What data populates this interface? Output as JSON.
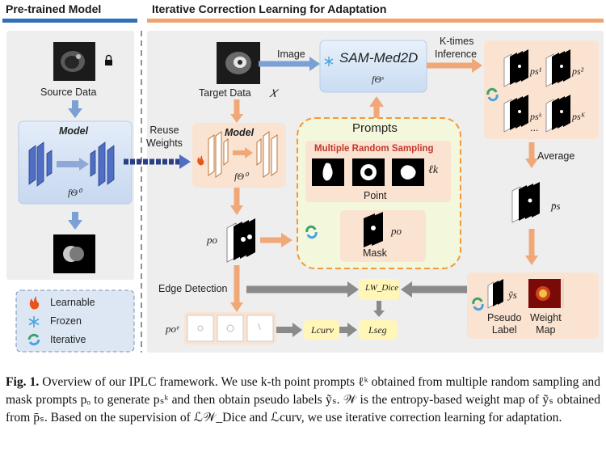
{
  "headers": {
    "pretrained": "Pre-trained Model",
    "iterative": "Iterative Correction Learning for Adaptation"
  },
  "labels": {
    "source_data": "Source Data",
    "model": "Model",
    "model2": "Model",
    "reuse_weights": "Reuse\nWeights",
    "image": "Image",
    "target_data": "Target Data",
    "target_symbol": "𝑋",
    "sam": "SAM-Med2D",
    "k_times": "K-times",
    "inference": "Inference",
    "prompts": "Prompts",
    "multiple_random_sampling": "Multiple Random Sampling",
    "point": "Point",
    "mask": "Mask",
    "average": "Average",
    "edge_detection": "Edge Detection",
    "pseudo_label": "Pseudo\nLabel",
    "weight_map": "Weight\nMap"
  },
  "math": {
    "f_theta0": "fΘ⁰",
    "f_theta0_b": "fΘ⁰",
    "f_thetas": "fΘˢ",
    "l_k": "ℓk",
    "p_o": "po",
    "p_o_mask": "po",
    "p_o_e": "poᵉ",
    "p_s_bar": "p̄s",
    "y_s": "ỹs",
    "l_wdice": "LW_Dice",
    "l_curv": "Lcurv",
    "l_seg": "Lseg",
    "ps1": "ps¹",
    "ps2": "ps²",
    "psk": "psᵏ",
    "psK": "psᴷ",
    "dots": "..."
  },
  "legend": [
    {
      "icon": "flame-icon",
      "label": "Learnable",
      "color": "#e8541c"
    },
    {
      "icon": "snowflake-icon",
      "label": "Frozen",
      "color": "#4aa3df"
    },
    {
      "icon": "cycle-icon",
      "label": "Iterative",
      "color": "#3aa36b"
    }
  ],
  "caption": {
    "fig": "Fig. 1.",
    "text": " Overview of our IPLC framework. We use k-th point prompts ℓᵏ obtained from multiple random sampling and mask prompts pₒ to generate pₛᵏ and then obtain pseudo labels ỹₛ. 𝒲 is the entropy-based weight map of ỹₛ obtained from p̄ₛ. Based on the supervision of ℒ𝒲_Dice and ℒcurv, we use iterative correction learning for adaptation."
  },
  "colors": {
    "blue_header": "#2f6fb7",
    "orange_header": "#f0a36f",
    "arrow_blue": "#7aa0d4",
    "arrow_orange": "#f0a878",
    "arrow_gray": "#8a8a8a",
    "prompts_border": "#f29a3a",
    "prompts_fill": "#f3f8dc",
    "peach": "#fbe3d1",
    "light_blue": "#d6e4f5"
  }
}
